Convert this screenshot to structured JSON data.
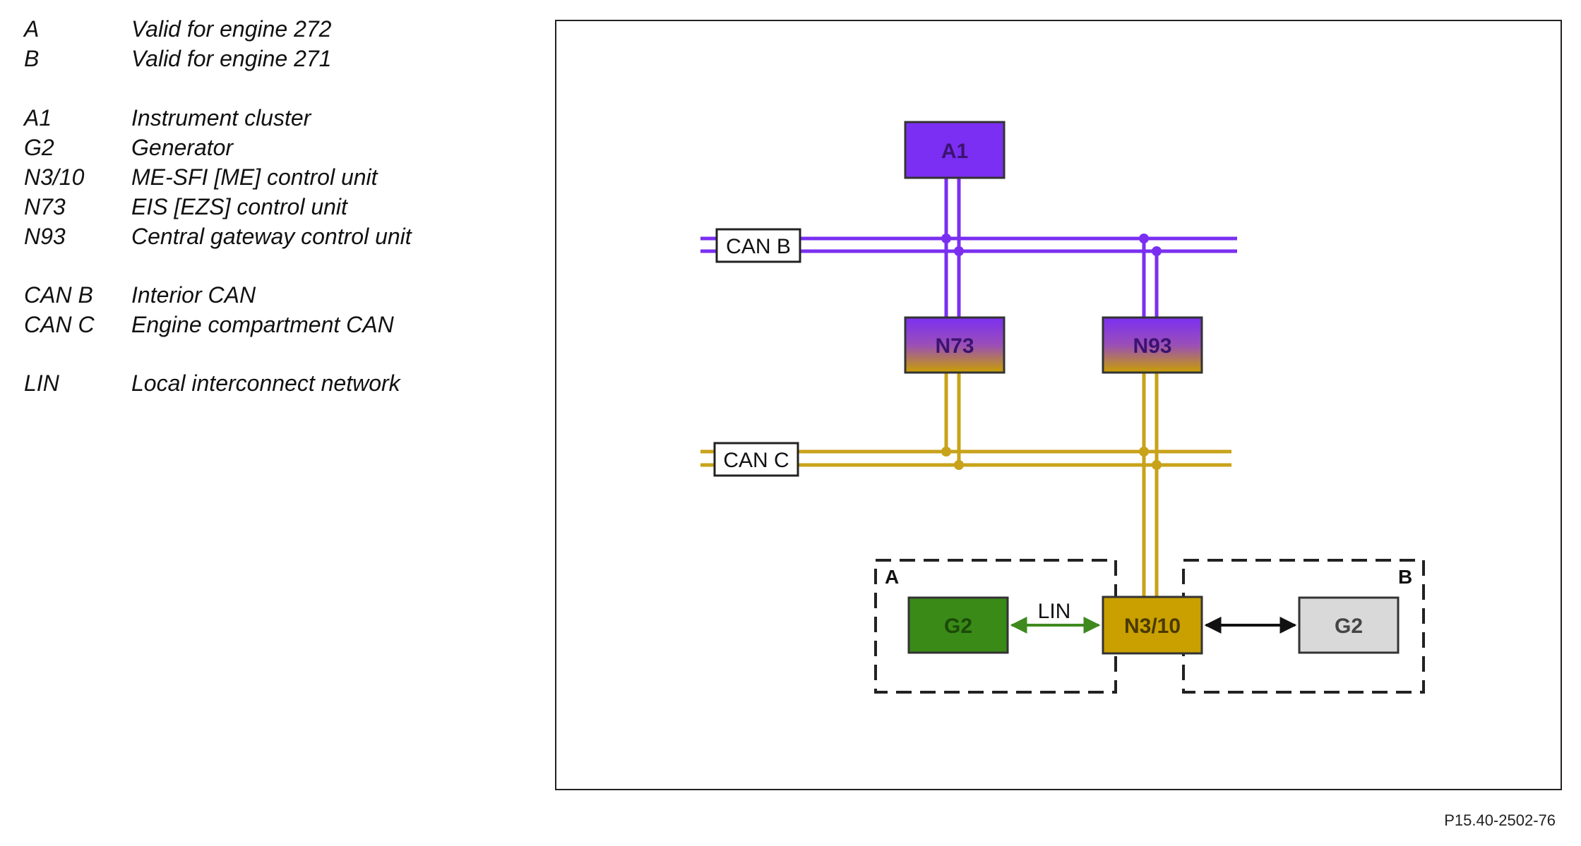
{
  "legend": {
    "items": [
      {
        "key": "A",
        "desc": "Valid for engine 272"
      },
      {
        "key": "B",
        "desc": "Valid for engine 271"
      },
      {
        "key": "A1",
        "desc": "Instrument cluster"
      },
      {
        "key": "G2",
        "desc": "Generator"
      },
      {
        "key": "N3/10",
        "desc": "ME-SFI [ME] control unit"
      },
      {
        "key": "N73",
        "desc": "EIS [EZS] control unit"
      },
      {
        "key": "N93",
        "desc": "Central gateway control unit"
      },
      {
        "key": "CAN B",
        "desc": "Interior CAN"
      },
      {
        "key": "CAN C",
        "desc": "Engine compartment CAN"
      },
      {
        "key": "LIN",
        "desc": "Local interconnect network"
      }
    ]
  },
  "diagram": {
    "bus_labels": {
      "can_b": "CAN B",
      "can_c": "CAN C",
      "lin": "LIN"
    },
    "boxes": {
      "a1": "A1",
      "n73": "N73",
      "n93": "N93",
      "n3_10": "N3/10",
      "g2_a": "G2",
      "g2_b": "G2"
    },
    "regions": {
      "a": "A",
      "b": "B"
    },
    "colors": {
      "can_b": "#7a2ff0",
      "can_c": "#c8a21a",
      "lin": "#3e8a1e",
      "a1_fill": "#7b2ff2",
      "n3_10_fill": "#c9a000",
      "g2_a_fill": "#3a8a18",
      "g2_b_fill": "#d9d9d9"
    }
  },
  "reference": "P15.40-2502-76"
}
